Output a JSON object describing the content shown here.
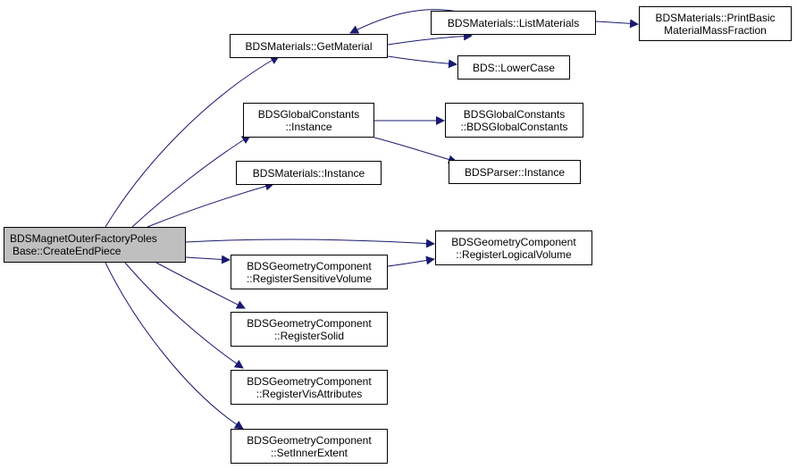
{
  "colors": {
    "edge": "#191970",
    "root_fill": "#bfbfbf",
    "node_fill": "#ffffff",
    "node_border": "#000000"
  },
  "nodes": {
    "root": {
      "line1": "BDSMagnetOuterFactoryPoles",
      "line2": "Base::CreateEndPiece"
    },
    "getMaterial": {
      "line1": "BDSMaterials::GetMaterial"
    },
    "listMaterials": {
      "line1": "BDSMaterials::ListMaterials"
    },
    "printBasic": {
      "line1": "BDSMaterials::PrintBasic",
      "line2": "MaterialMassFraction"
    },
    "lowerCase": {
      "line1": "BDS::LowerCase"
    },
    "gcInstance": {
      "line1": "BDSGlobalConstants",
      "line2": "::Instance"
    },
    "gcCtor": {
      "line1": "BDSGlobalConstants",
      "line2": "::BDSGlobalConstants"
    },
    "parserInstance": {
      "line1": "BDSParser::Instance"
    },
    "matInstance": {
      "line1": "BDSMaterials::Instance"
    },
    "regLogical": {
      "line1": "BDSGeometryComponent",
      "line2": "::RegisterLogicalVolume"
    },
    "regSensitive": {
      "line1": "BDSGeometryComponent",
      "line2": "::RegisterSensitiveVolume"
    },
    "regSolid": {
      "line1": "BDSGeometryComponent",
      "line2": "::RegisterSolid"
    },
    "regVis": {
      "line1": "BDSGeometryComponent",
      "line2": "::RegisterVisAttributes"
    },
    "setInner": {
      "line1": "BDSGeometryComponent",
      "line2": "::SetInnerExtent"
    }
  }
}
